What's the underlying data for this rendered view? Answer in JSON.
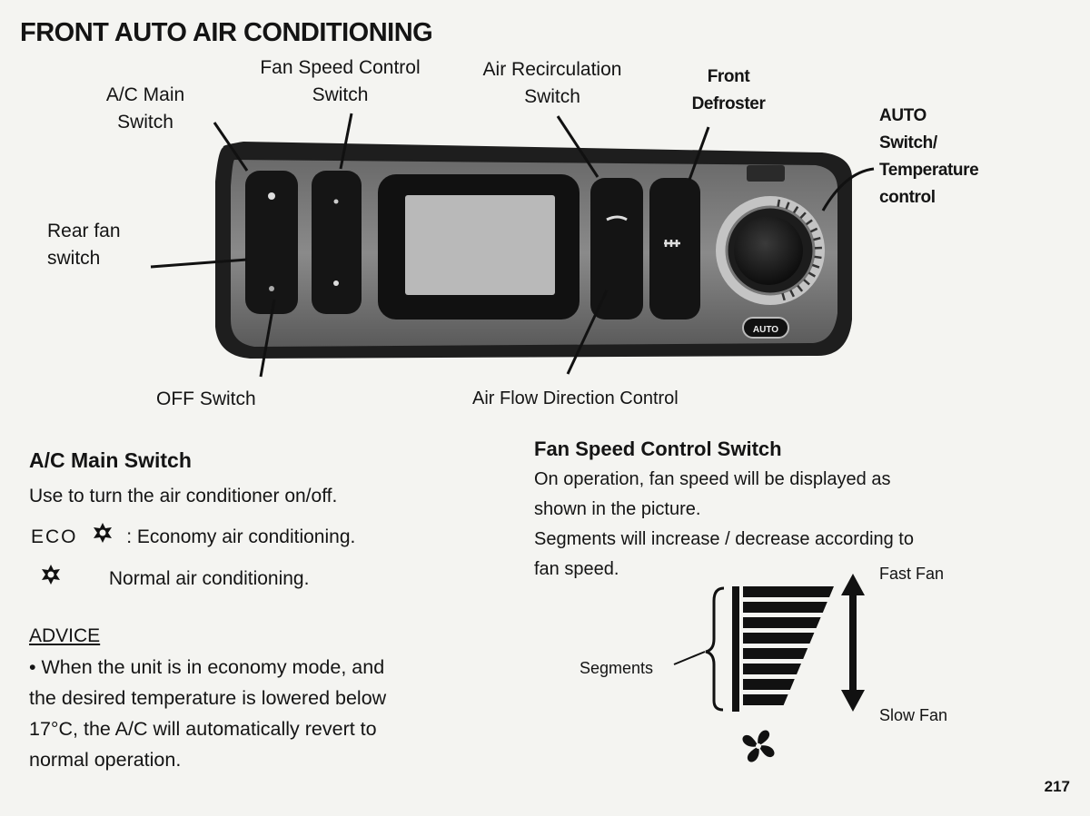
{
  "title": "FRONT AUTO AIR CONDITIONING",
  "callouts": {
    "ac_main": [
      "A/C Main",
      "Switch"
    ],
    "fan_speed": [
      "Fan Speed Control",
      "Switch"
    ],
    "recirculation": [
      "Air Recirculation",
      "Switch"
    ],
    "front_defroster": [
      "Front",
      "Defroster"
    ],
    "auto_temp": [
      "AUTO",
      "Switch/",
      "Temperature",
      "control"
    ],
    "rear_fan": [
      "Rear fan",
      "switch"
    ],
    "off_switch": "OFF Switch",
    "air_flow": "Air Flow Direction Control"
  },
  "panel": {
    "auto_badge": "AUTO"
  },
  "ac_section": {
    "heading": "A/C Main Switch",
    "intro": "Use to turn the air conditioner on/off.",
    "eco_prefix": "ECO",
    "eco_text": ": Economy air conditioning.",
    "normal_text": "Normal air conditioning.",
    "advice_heading": "ADVICE",
    "advice_lines": [
      "• When the unit is in economy mode, and",
      "the desired temperature is lowered below",
      "17°C, the A/C will automatically revert to",
      "normal operation."
    ]
  },
  "fan_section": {
    "heading": "Fan Speed Control Switch",
    "lines": [
      "On operation, fan speed will be displayed as",
      "shown in the picture.",
      "Segments will increase / decrease according to",
      "fan speed."
    ],
    "fast_label": "Fast Fan",
    "slow_label": "Slow Fan",
    "segments_label": "Segments"
  },
  "icons": {
    "ac": "snowflake-icon",
    "fan": "fan-icon",
    "arrow": "double-arrow-icon"
  },
  "page_number": "217"
}
